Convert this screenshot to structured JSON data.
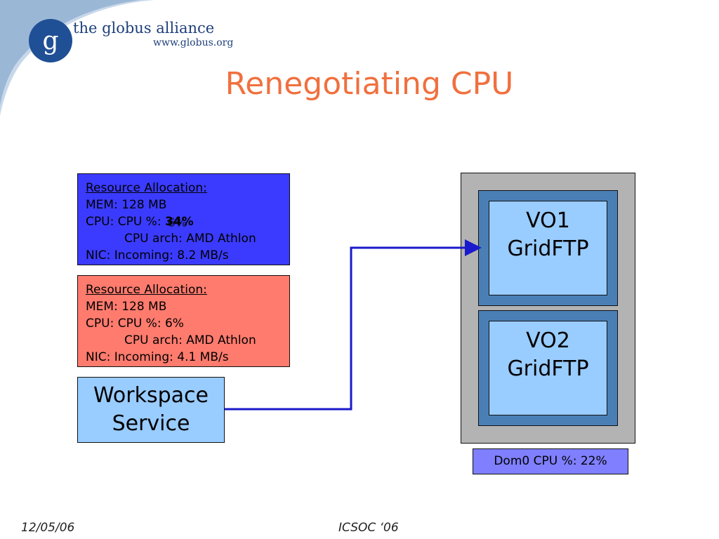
{
  "logo": {
    "letter": "g",
    "name": "the globus alliance",
    "url": "www.globus.org"
  },
  "title": "Renegotiating CPU",
  "allocations": [
    {
      "heading": "Resource Allocation:",
      "mem": "MEM: 128 MB",
      "cpu_prefix": "CPU: CPU %: ",
      "cpu_value": "34%",
      "cpu_previous": "6%",
      "arch": "CPU arch: AMD Athlon",
      "nic": "NIC: Incoming: 8.2 MB/s",
      "color": "#3b3bff"
    },
    {
      "heading": "Resource Allocation:",
      "mem": "MEM: 128 MB",
      "cpu_prefix": "CPU: CPU %: ",
      "cpu_value": "6%",
      "arch": "CPU arch: AMD Athlon",
      "nic": "NIC: Incoming: 4.1 MB/s",
      "color": "#ff7b6e"
    }
  ],
  "workspace": {
    "line1": "Workspace",
    "line2": "Service",
    "color": "#99ccff"
  },
  "host": {
    "vms": [
      {
        "line1": "VO1",
        "line2": "GridFTP"
      },
      {
        "line1": "VO2",
        "line2": "GridFTP"
      }
    ],
    "dom0": "Dom0 CPU %: 22%"
  },
  "colors": {
    "title": "#f0703e",
    "connector": "#1a1acc",
    "vm_frame": "#4a7fb6",
    "host": "#b3b3b3",
    "dom0": "#7f7fff"
  },
  "footer": {
    "date": "12/05/06",
    "conference": "ICSOC ‘06"
  }
}
